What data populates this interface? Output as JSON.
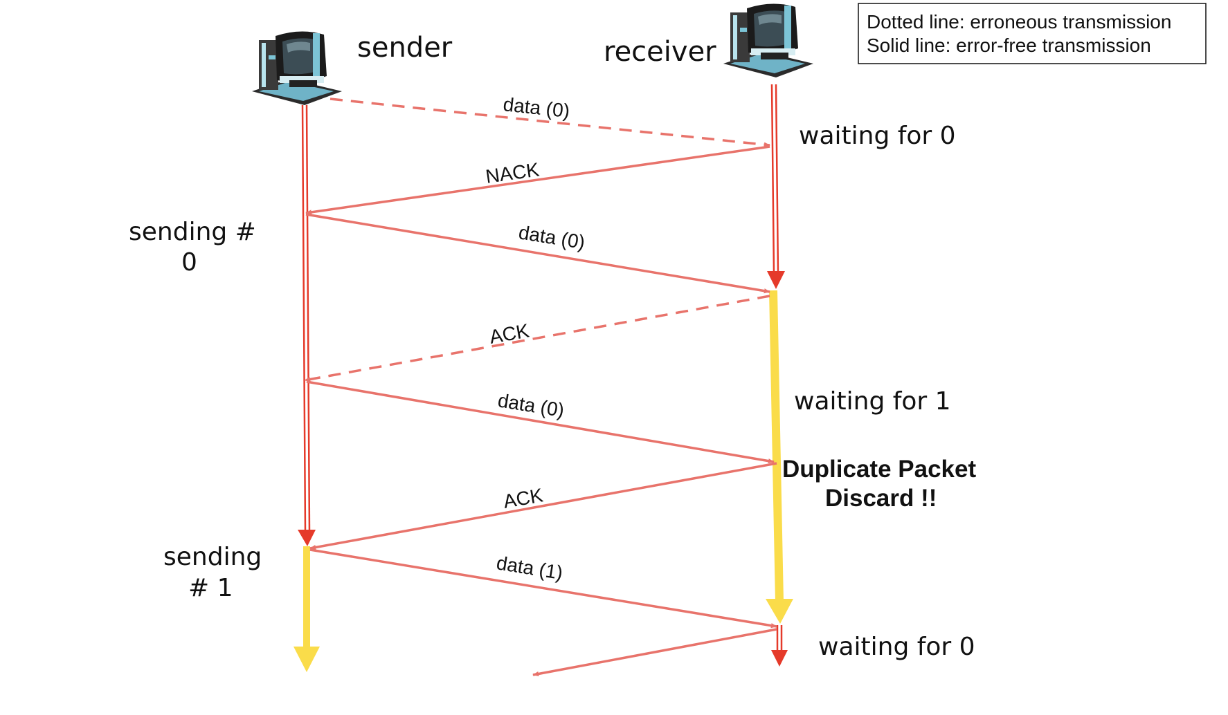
{
  "actors": {
    "sender": "sender",
    "receiver": "receiver"
  },
  "legend": {
    "dotted": "Dotted line: erroneous transmission",
    "solid": "Solid line: error-free transmission"
  },
  "sender_states": [
    {
      "line1": "sending #",
      "line2": "0"
    },
    {
      "line1": "sending",
      "line2": "# 1"
    }
  ],
  "receiver_states": [
    "waiting for 0",
    "waiting for 1",
    "waiting for 0"
  ],
  "annotation": {
    "line1": "Duplicate Packet",
    "line2": "Discard !!"
  },
  "messages": [
    {
      "label": "data (0)",
      "direction": "sender-to-receiver",
      "style": "dotted"
    },
    {
      "label": "NACK",
      "direction": "receiver-to-sender",
      "style": "solid"
    },
    {
      "label": "data (0)",
      "direction": "sender-to-receiver",
      "style": "solid"
    },
    {
      "label": "ACK",
      "direction": "receiver-to-sender",
      "style": "dotted"
    },
    {
      "label": "data (0)",
      "direction": "sender-to-receiver",
      "style": "solid"
    },
    {
      "label": "ACK",
      "direction": "receiver-to-sender",
      "style": "solid"
    },
    {
      "label": "data (1)",
      "direction": "sender-to-receiver",
      "style": "solid"
    }
  ],
  "colors": {
    "message_line": "#e8736b",
    "timeline": "#e53a2a",
    "active_bar": "#fadc4a"
  },
  "icons": [
    "computer-icon"
  ]
}
